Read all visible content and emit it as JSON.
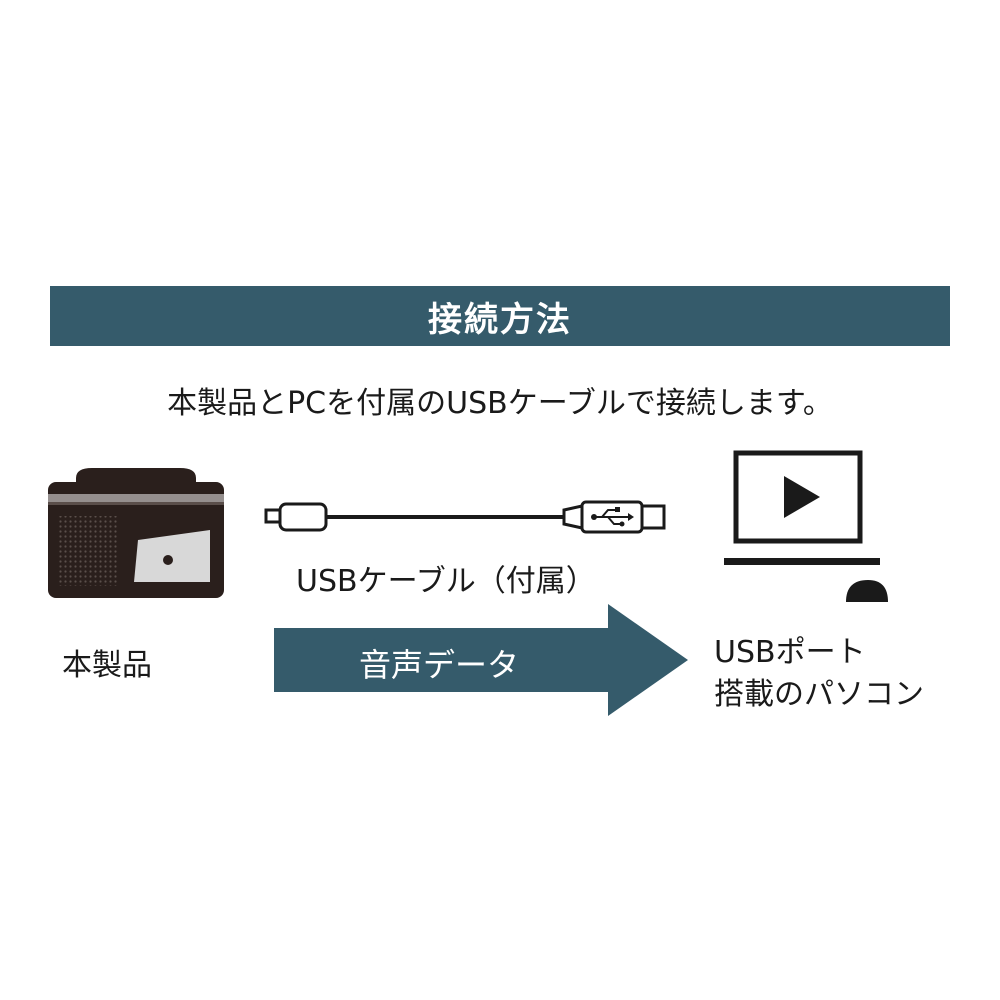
{
  "header": {
    "title": "接続方法"
  },
  "description": "本製品とPCを付属のUSBケーブルで接続します。",
  "device": {
    "label": "本製品",
    "icon": "speakerphone-icon"
  },
  "cable": {
    "label": "USBケーブル（付属）",
    "icon": "usb-cable-icon"
  },
  "arrow": {
    "label": "音声データ"
  },
  "computer": {
    "label_line1": "USBポート",
    "label_line2": "搭載のパソコン",
    "icon": "laptop-play-icon"
  },
  "colors": {
    "accent": "#355b6b",
    "device_body": "#2a1f1c",
    "text": "#1a1a1a"
  }
}
